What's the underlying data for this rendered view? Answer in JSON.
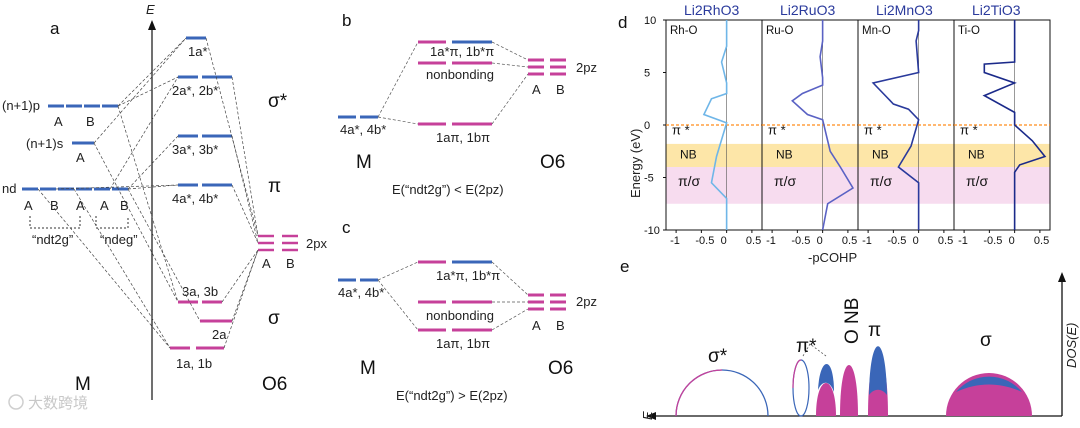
{
  "panel_a": {
    "letter": "a",
    "axis_label": "E",
    "left_levels": {
      "np1p": "(n+1)p",
      "np1s": "(n+1)s",
      "nd": "nd",
      "A": "A",
      "B": "B"
    },
    "mo_levels": [
      "1a*",
      "2a*, 2b*",
      "3a*, 3b*",
      "4a*, 4b*",
      "3a, 3b",
      "2a",
      "1a, 1b"
    ],
    "region_labels": [
      "σ*",
      "π",
      "σ"
    ],
    "ndt2g": "“ndt2g”",
    "ndeg": "“ndeg”",
    "o_level": "2px",
    "M": "M",
    "O6": "O6",
    "colors": {
      "blue": "#3a66b8",
      "magenta": "#c6409a"
    }
  },
  "panel_b": {
    "letter": "b",
    "top_level": "1a*π, 1b*π",
    "middle_level": "nonbonding",
    "bottom_level": "1aπ, 1bπ",
    "m_level": "4a*, 4b*",
    "o_level": "2pz",
    "A": "A",
    "B": "B",
    "M": "M",
    "O6": "O6",
    "condition": "E(“ndt2g”) < E(2pz)"
  },
  "panel_c": {
    "letter": "c",
    "top_level": "1a*π, 1b*π",
    "middle_level": "nonbonding",
    "bottom_level": "1aπ, 1bπ",
    "m_level": "4a*, 4b*",
    "o_level": "2pz",
    "A": "A",
    "B": "B",
    "M": "M",
    "O6": "O6",
    "condition": "E(“ndt2g”) > E(2pz)"
  },
  "panel_d": {
    "letter": "d",
    "ylabel": "Energy (eV)",
    "xlabel": "-pCOHP",
    "compounds": [
      "Li2RhO3",
      "Li2RuO3",
      "Li2MnO3",
      "Li2TiO3"
    ],
    "bond_labels": [
      "Rh-O",
      "Ru-O",
      "Mn-O",
      "Ti-O"
    ],
    "yticks": [
      "10",
      "5",
      "0",
      "-5",
      "-10"
    ],
    "xticks": [
      "-1",
      "-0.5",
      "0",
      "0.5"
    ],
    "pi_star": "π *",
    "nb": "NB",
    "pi_sigma": "π/σ",
    "colors": {
      "nb_band": "#fde6a8",
      "pisigma_band": "#f7dcef",
      "fermi": "#ff8c1a"
    }
  },
  "chart_data": [
    {
      "type": "line",
      "title": "Li2RhO3",
      "series": [
        {
          "name": "Rh-O",
          "x": [
            0.0,
            0.0,
            -0.1,
            0.0,
            0.0,
            -0.3,
            -0.45,
            0.0,
            -0.2,
            -0.3,
            0.0,
            0.0
          ],
          "y": [
            10,
            7.5,
            6.0,
            4.0,
            3.0,
            2.5,
            1.0,
            0.2,
            -3.0,
            -5.5,
            -7.0,
            -10
          ]
        }
      ],
      "ylim": [
        -10,
        10
      ],
      "xlim": [
        -1.2,
        0.7
      ]
    },
    {
      "type": "line",
      "title": "Li2RuO3",
      "series": [
        {
          "name": "Ru-O",
          "x": [
            0.0,
            0.0,
            -0.05,
            0.0,
            0.0,
            -0.4,
            -0.6,
            -0.3,
            0.0,
            0.15,
            0.35,
            0.6,
            0.1,
            0.0
          ],
          "y": [
            10,
            8.0,
            6.5,
            4.5,
            3.8,
            3.0,
            2.3,
            1.0,
            0.5,
            -2.5,
            -4.0,
            -6.0,
            -7.5,
            -10
          ]
        }
      ],
      "ylim": [
        -10,
        10
      ],
      "xlim": [
        -1.2,
        0.7
      ]
    },
    {
      "type": "line",
      "title": "Li2MnO3",
      "series": [
        {
          "name": "Mn-O",
          "x": [
            0.0,
            0.0,
            -0.05,
            0.0,
            -0.9,
            -0.5,
            -0.2,
            0.0,
            -0.15,
            -0.4,
            0.0,
            0.0
          ],
          "y": [
            10,
            9.0,
            8.0,
            5.0,
            4.0,
            2.0,
            1.5,
            0.5,
            -2.0,
            -4.0,
            -5.5,
            -10
          ]
        }
      ],
      "ylim": [
        -10,
        10
      ],
      "xlim": [
        -1.2,
        0.7
      ]
    },
    {
      "type": "line",
      "title": "Li2TiO3",
      "series": [
        {
          "name": "Ti-O",
          "x": [
            0.0,
            0.0,
            -0.6,
            -0.6,
            0.0,
            -0.6,
            0.0,
            0.0,
            0.35,
            0.6,
            0.1,
            0.0,
            0.0
          ],
          "y": [
            10,
            6.0,
            5.8,
            5.0,
            4.0,
            2.8,
            1.2,
            0.0,
            -1.5,
            -3.0,
            -3.8,
            -4.5,
            -10
          ]
        }
      ],
      "ylim": [
        -10,
        10
      ],
      "xlim": [
        -1.2,
        0.7
      ]
    }
  ],
  "panel_e": {
    "letter": "e",
    "labels": [
      "σ*",
      "π*",
      "O NB",
      "π",
      "σ"
    ],
    "ylabel": "DOS(E)",
    "xlabel": "E"
  },
  "watermark": "大数跨境"
}
